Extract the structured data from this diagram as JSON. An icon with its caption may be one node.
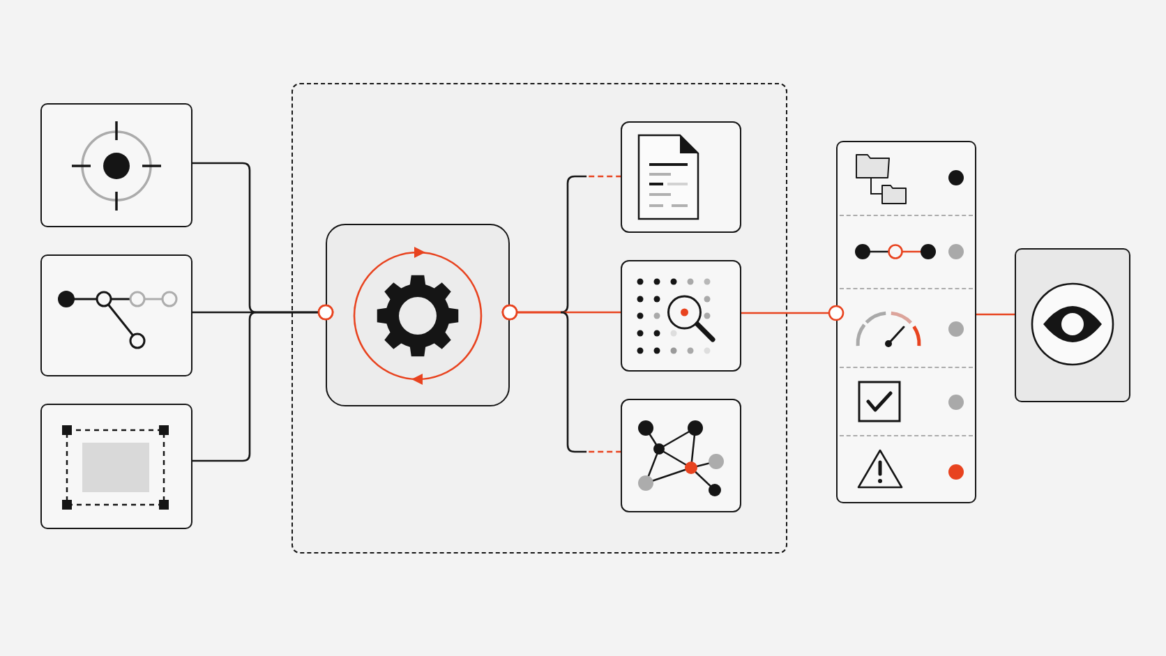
{
  "diagram": {
    "nodes": [
      {
        "text": [],
        "shape": "box"
      },
      {
        "text": [],
        "shape": "box"
      },
      {
        "text": [],
        "shape": "box"
      },
      {
        "text": [],
        "shape": "box"
      },
      {
        "text": [],
        "shape": "box",
        "in": 3
      },
      {
        "text": [],
        "shape": "box",
        "in": 3
      },
      {
        "text": [],
        "shape": "box",
        "in": 3
      },
      {
        "text": [],
        "shape": "box",
        "in": 3
      },
      {
        "text": [],
        "shape": "box"
      },
      {
        "text": [],
        "shape": "box"
      }
    ],
    "edges": [
      {
        "from": 0,
        "to": 4,
        "arrow": "other"
      },
      {
        "from": 1,
        "to": 4,
        "arrow": "other"
      },
      {
        "from": 2,
        "to": 4,
        "arrow": "other"
      },
      {
        "from": 4,
        "to": 5,
        "arrow": "other",
        "style": "dashed",
        "color": "#e8431f"
      },
      {
        "from": 4,
        "to": 6,
        "arrow": "other",
        "color": "#e8431f"
      },
      {
        "from": 4,
        "to": 7,
        "arrow": "other",
        "style": "dashed",
        "color": "#e8431f"
      },
      {
        "from": 6,
        "to": 8,
        "arrow": "other",
        "color": "#e8431f"
      },
      {
        "from": 8,
        "to": 9,
        "arrow": "none",
        "color": "#e8431f"
      }
    ]
  }
}
